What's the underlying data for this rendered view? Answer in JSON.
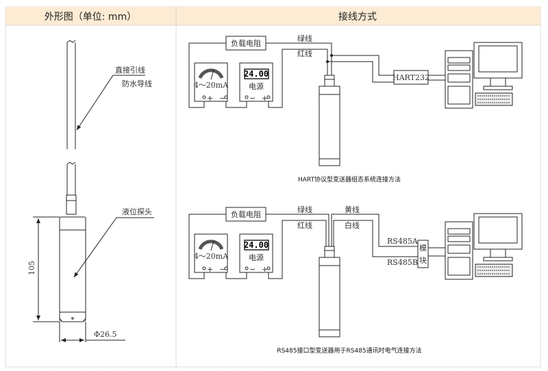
{
  "header": {
    "left_title": "外形图（单位: mm）",
    "right_title": "接线方式"
  },
  "dimension_drawing": {
    "label_lead": "直接引线",
    "label_cable": "防水导线",
    "label_probe": "液位探头",
    "length": "105",
    "diameter": "Φ26.5"
  },
  "hart_diagram": {
    "resistor": "负载电阻",
    "green_wire": "绿线",
    "red_wire": "红线",
    "meter_range": "4～20mA",
    "meter_plus": "+",
    "meter_minus": "−",
    "power_display": "24.00",
    "power_label": "电源",
    "power_minus": "−",
    "power_plus": "+",
    "converter": "HART232",
    "caption": "HART协议型变送器组态系统连接方法"
  },
  "rs485_diagram": {
    "resistor": "负载电阻",
    "green_wire": "绿线",
    "red_wire": "红线",
    "yellow_wire": "黄线",
    "white_wire": "白线",
    "meter_range": "4～20mA",
    "meter_plus": "+",
    "meter_minus": "−",
    "power_display": "24.00",
    "power_label": "电源",
    "power_minus": "−",
    "power_plus": "+",
    "line_a": "RS485A",
    "line_b": "RS485B",
    "module_1": "模",
    "module_2": "块",
    "caption": "RS485接口型变送器用于RS485通讯时电气连接方法"
  },
  "colors": {
    "header_bg": "#fdebd3",
    "border": "#bbbbbb"
  }
}
